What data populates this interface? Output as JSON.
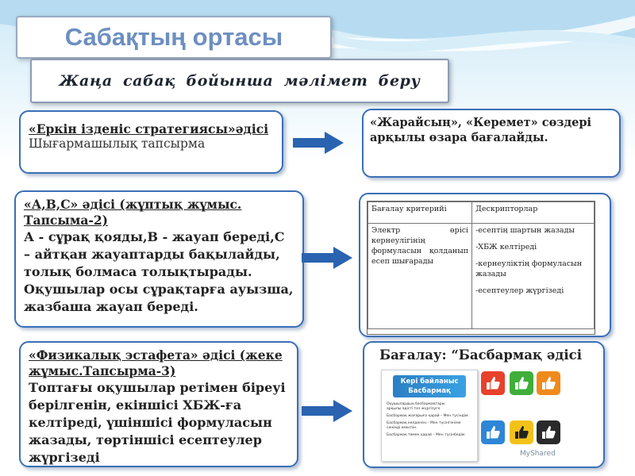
{
  "slide": {
    "title": "Сабақтың ортасы",
    "subtitle": "Жаңа сабақ бойынша мәлімет беру"
  },
  "blocks": {
    "block1": {
      "title": "«Еркін ізденіс стратегиясы»әдісі",
      "text": "Шығармашылық тапсырма"
    },
    "block1_right": {
      "text": "«Жарайсың», «Керемет» сөздері арқылы өзара бағалайды."
    },
    "block2": {
      "title": "«А,В,С» әдісі (жұптық жұмыс. Тапсыма-2)",
      "text": "А - сұрақ қояды,В - жауап береді,С – айтқан жауаптарды бақылайды, толық болмаса толықтырады. Оқушылар осы сұрақтарға ауызша, жазбаша жауап береді."
    },
    "block3": {
      "title": "«Физикалық эстафета» әдісі (жеке жұмыс.Тапсырма-3)",
      "text": "Топтағы оқушылар ретімен біреуі берілгенін, екіншісі ХБЖ-ға келтіреді, үшіншісі формуласын жазады, төртіншісі есептеулер жүргізеді"
    }
  },
  "rubric": {
    "headers": [
      "Бағалау критерийі",
      "Дескрипторлар"
    ],
    "criterion": "Электр өрісі кернеулігінің формуласын қолданып есеп шығарады",
    "descriptors": [
      "-есептің шартын жазады",
      "-ХБЖ келтіреді",
      "-кернеуліктің формуласын жазады",
      "-есептеулер жүргізеді"
    ]
  },
  "assessment": {
    "title": "Бағалау: “Басбармақ әдісі",
    "card_title": "Кері байланыс Басбармақ",
    "card_lines": [
      "Оқушылардың басбармақтары",
      "арқылы әдісті тез жүргізуге",
      "Басбармақ жоғарыға қарай – Мен түсіндім.",
      "Басбармақ көлденең – Мен түсінгеніме сенімді емеспін.",
      "Басбармақ төмен қарай – Мен түсінбедім."
    ],
    "watermark": "MyShared",
    "thumb_colors": [
      "#e8412c",
      "#3fae3a",
      "#f08a1c",
      "#2d86d6",
      "#f2c21a",
      "#2a2a2a"
    ]
  },
  "colors": {
    "border": "#3b6fb6",
    "arrow": "#2a63b0",
    "title": "#6d8fc0"
  }
}
